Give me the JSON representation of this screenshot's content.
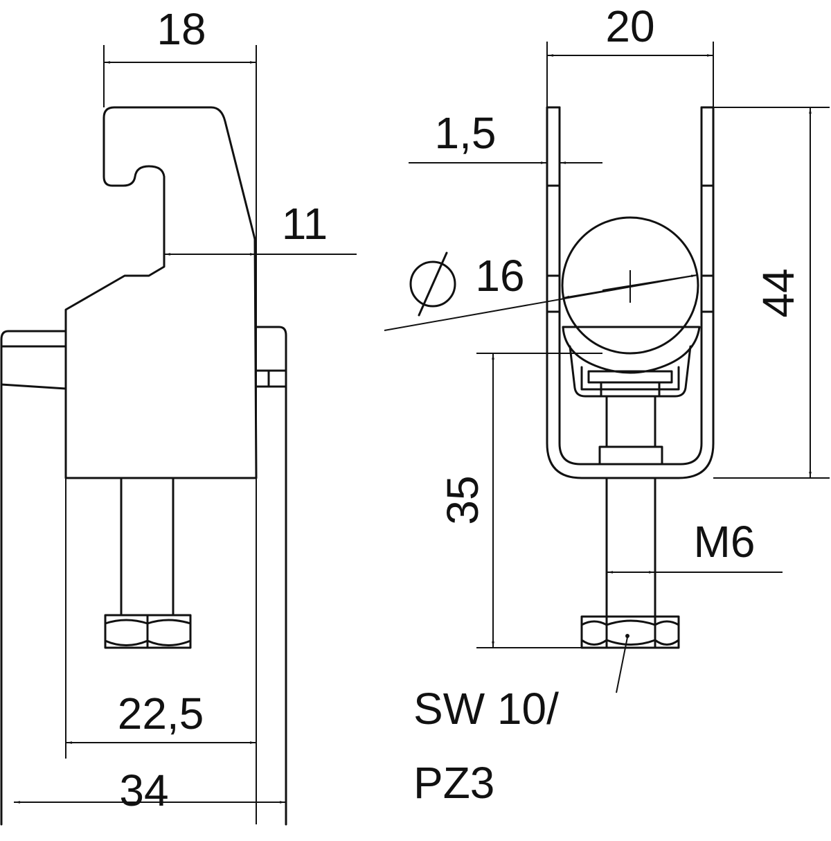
{
  "drawing": {
    "title": "Cable clamp technical drawing",
    "dimensions": {
      "top_width_left": "18",
      "top_width_right": "20",
      "wall_thickness": "1,5",
      "hook_depth": "11",
      "diameter_symbol": "⌀",
      "diameter": "16",
      "height": "44",
      "bolt_height": "35",
      "thread": "M6",
      "base_inner": "22,5",
      "base_outer": "34",
      "drive_line1": "SW 10/",
      "drive_line2": "PZ3"
    }
  }
}
